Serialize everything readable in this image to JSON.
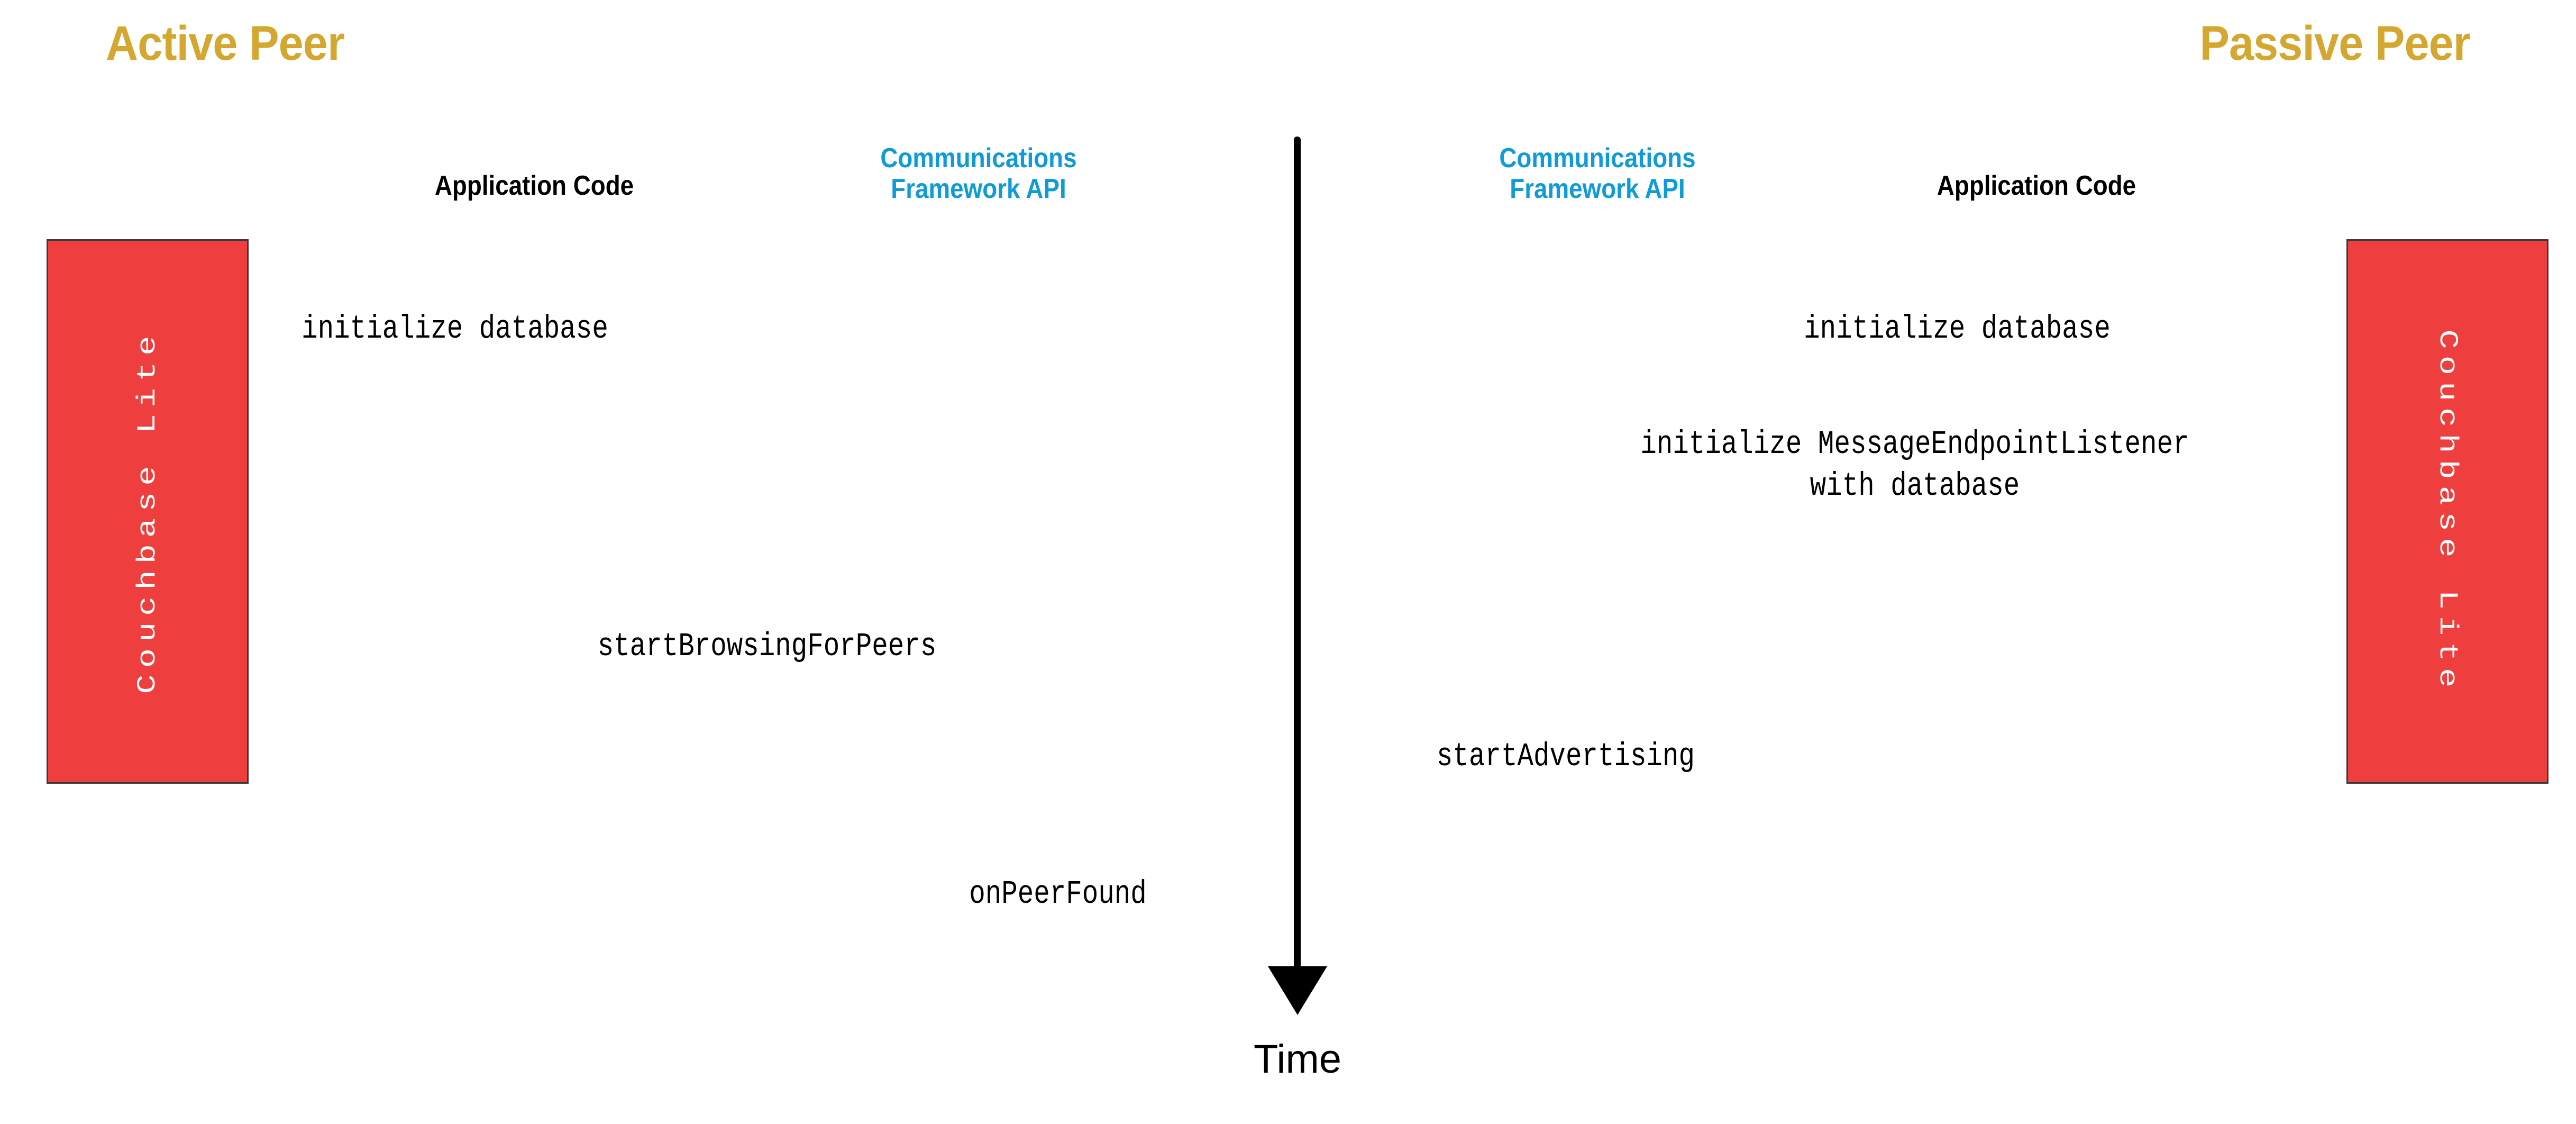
{
  "diagram": {
    "title_left": "Active Peer",
    "title_right": "Passive Peer",
    "accent_gold": "#d4a830",
    "accent_blue": "#0e9bd8",
    "accent_red": "#ee3e3e",
    "box_border": "#3a3a3a",
    "text_black": "#000000"
  },
  "columns": {
    "left_app_code": "Application Code",
    "left_comms_api": "Communications\nFramework API",
    "right_comms_api": "Communications\nFramework API",
    "right_app_code": "Application Code"
  },
  "datastores": {
    "left_label": "Couchbase Lite",
    "right_label": "Couchbase Lite"
  },
  "timeline": {
    "axis_label": "Time",
    "direction": "top-to-bottom",
    "arrowhead": "down-arrow-icon"
  },
  "messages": {
    "left": [
      {
        "id": "init-db-left",
        "text": "initialize database",
        "column": "application-code",
        "order": 1
      },
      {
        "id": "start-browsing",
        "text": "startBrowsingForPeers",
        "column": "communications-framework-api",
        "order": 3
      },
      {
        "id": "on-peer-found",
        "text": "onPeerFound",
        "column": "communications-framework-api",
        "order": 5
      }
    ],
    "right": [
      {
        "id": "init-db-right",
        "text": "initialize database",
        "column": "application-code",
        "order": 1
      },
      {
        "id": "init-listener",
        "text": "initialize MessageEndpointListener\nwith database",
        "column": "application-code",
        "order": 2
      },
      {
        "id": "start-advertising",
        "text": "startAdvertising",
        "column": "communications-framework-api",
        "order": 4
      }
    ]
  }
}
